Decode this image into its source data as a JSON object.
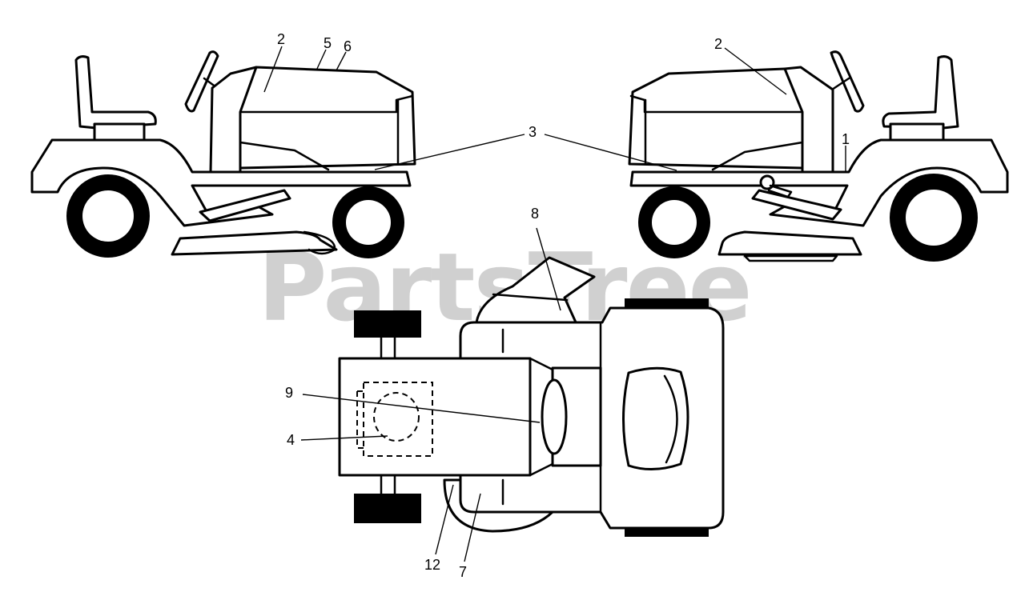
{
  "watermark": {
    "text": "PartsTree",
    "mark": "™"
  },
  "callouts": [
    {
      "id": "c2-left",
      "label": "2"
    },
    {
      "id": "c5",
      "label": "5"
    },
    {
      "id": "c6",
      "label": "6"
    },
    {
      "id": "c2-right",
      "label": "2"
    },
    {
      "id": "c3",
      "label": "3"
    },
    {
      "id": "c1",
      "label": "1"
    },
    {
      "id": "c8",
      "label": "8"
    },
    {
      "id": "c9",
      "label": "9"
    },
    {
      "id": "c4",
      "label": "4"
    },
    {
      "id": "c12",
      "label": "12"
    },
    {
      "id": "c7",
      "label": "7"
    }
  ]
}
